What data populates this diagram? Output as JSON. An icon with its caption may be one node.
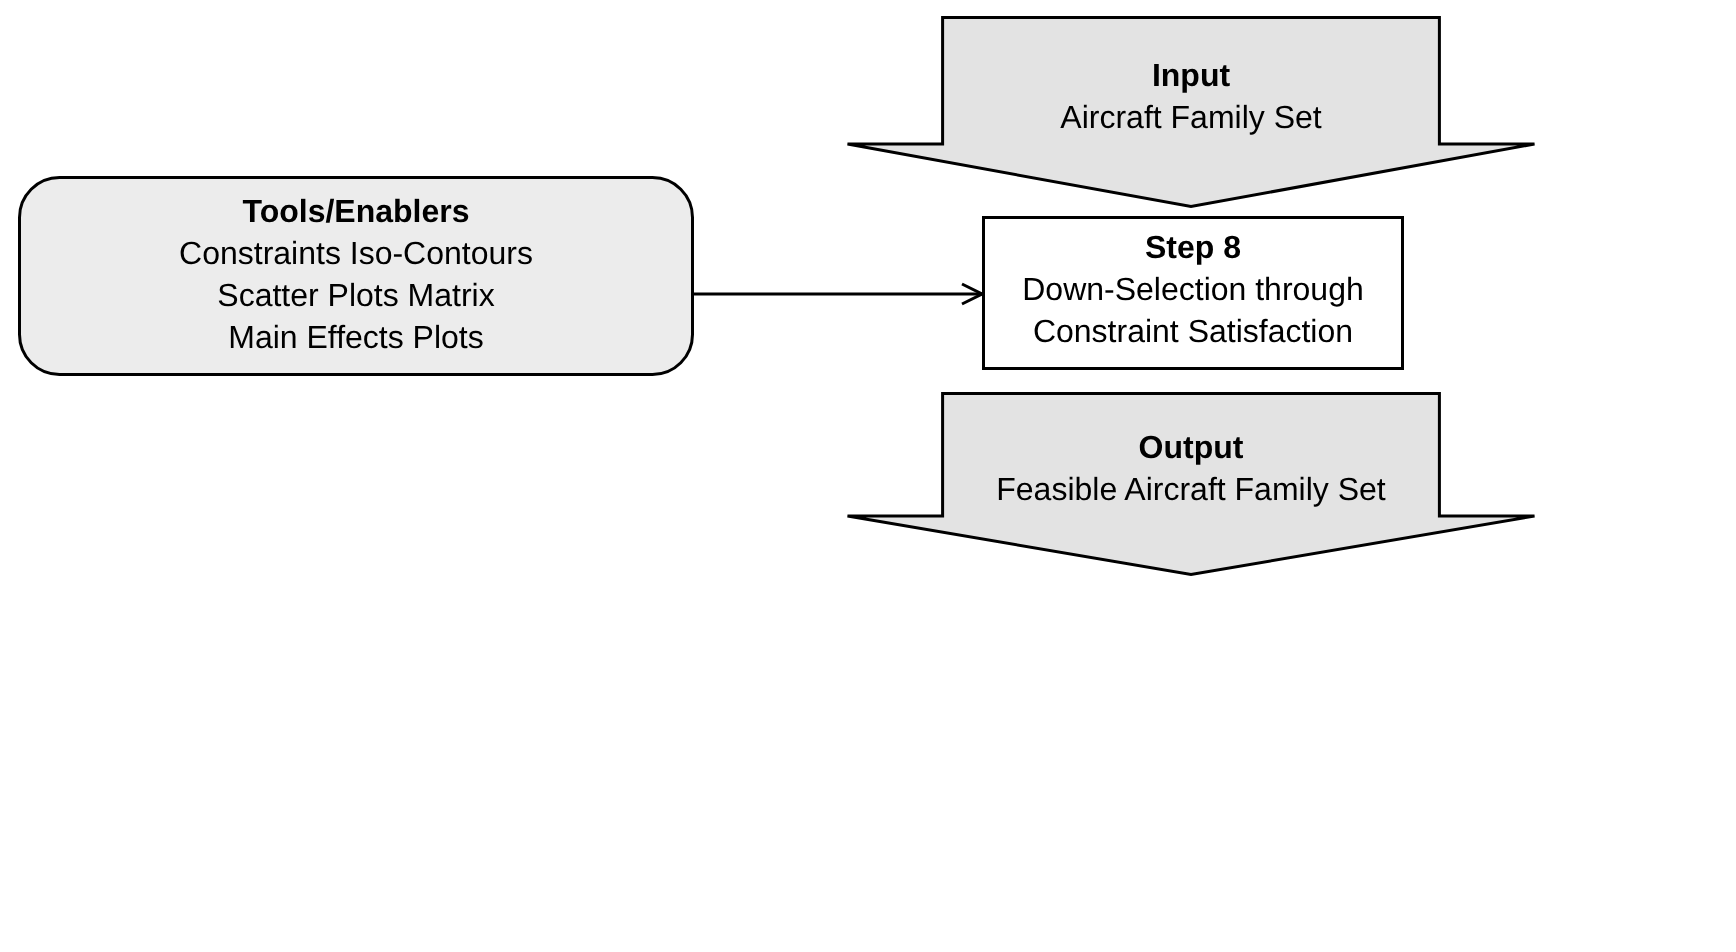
{
  "diagram": {
    "nodes": [
      {
        "text": [
          "Input",
          "Aircraft Family Set"
        ]
      },
      {
        "text": [
          "Tools/Enablers",
          "Constraints Iso-Contours",
          "Scatter Plots Matrix",
          "Main Effects Plots"
        ]
      },
      {
        "text": [
          "Step 8",
          "Down-Selection through Constraint Satisfaction"
        ]
      },
      {
        "text": [
          "Output",
          "Feasible Aircraft Family Set"
        ]
      }
    ],
    "edges": [
      {
        "from": 1,
        "to": 2,
        "arrow": "to"
      }
    ]
  }
}
